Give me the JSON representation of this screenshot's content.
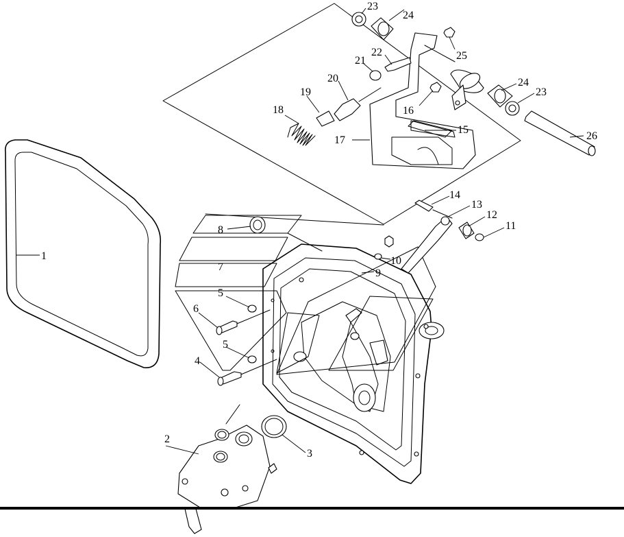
{
  "labels": [
    "1",
    "2",
    "3",
    "4",
    "5",
    "5",
    "6",
    "7",
    "8",
    "9",
    "10",
    "11",
    "12",
    "13",
    "14",
    "15",
    "16",
    "17",
    "18",
    "19",
    "20",
    "21",
    "22",
    "23",
    "23",
    "24",
    "24",
    "25",
    "26"
  ]
}
